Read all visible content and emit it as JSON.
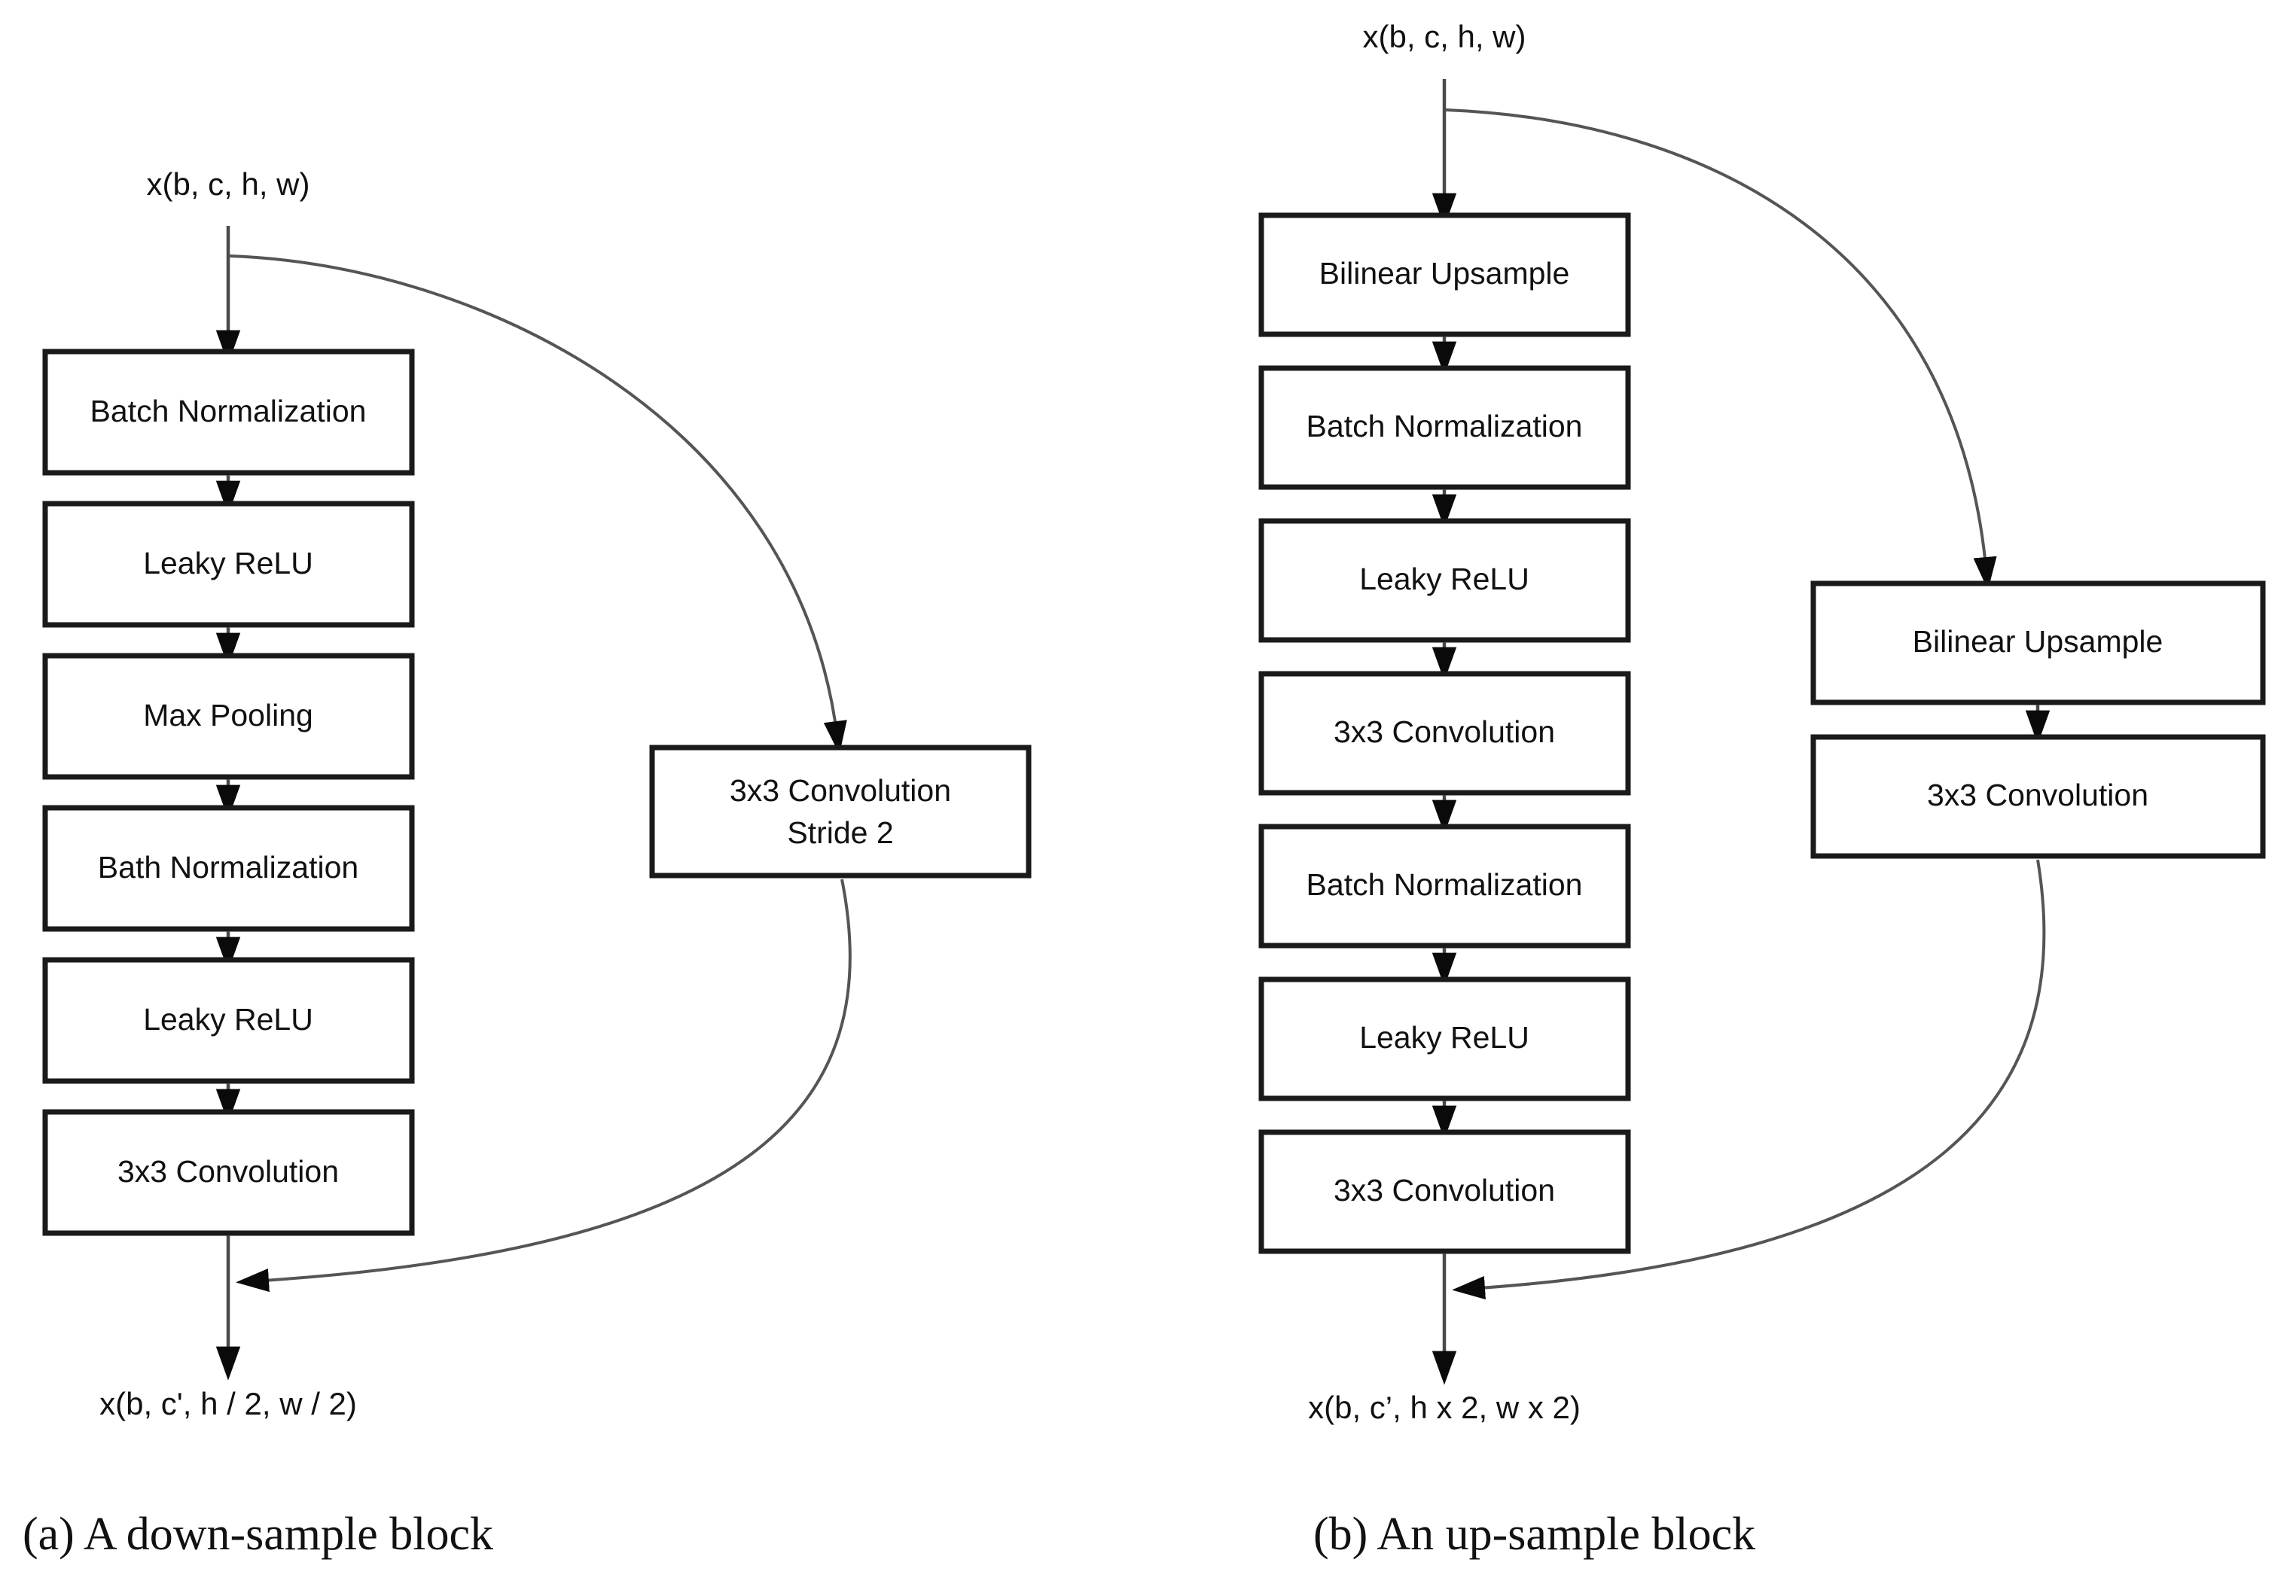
{
  "figure": {
    "panels": [
      {
        "id": "down-sample",
        "caption": "(a) A down-sample block",
        "input_label": "x(b, c, h, w)",
        "output_label": "x(b, c', h / 2, w / 2)",
        "main_path": [
          "Batch Normalization",
          "Leaky ReLU",
          "Max Pooling",
          "Bath Normalization",
          "Leaky ReLU",
          "3x3 Convolution"
        ],
        "skip_path": [
          "3x3 Convolution\nStride 2"
        ],
        "skip_path_lines": [
          [
            "3x3 Convolution",
            "Stride 2"
          ]
        ]
      },
      {
        "id": "up-sample",
        "caption": "(b) An up-sample block",
        "input_label": "x(b, c, h, w)",
        "output_label": "x(b, c’, h x 2, w x 2)",
        "main_path": [
          "Bilinear Upsample",
          "Batch Normalization",
          "Leaky ReLU",
          "3x3 Convolution",
          "Batch Normalization",
          "Leaky ReLU",
          "3x3 Convolution"
        ],
        "skip_path": [
          "Bilinear Upsample",
          "3x3 Convolution"
        ]
      }
    ],
    "colors": {
      "box_stroke": "#1a1a1a",
      "box_fill": "#ffffff",
      "connector": "#4a4a4a",
      "skip_connector": "#555555",
      "text": "#111111",
      "background": "#ffffff"
    }
  }
}
